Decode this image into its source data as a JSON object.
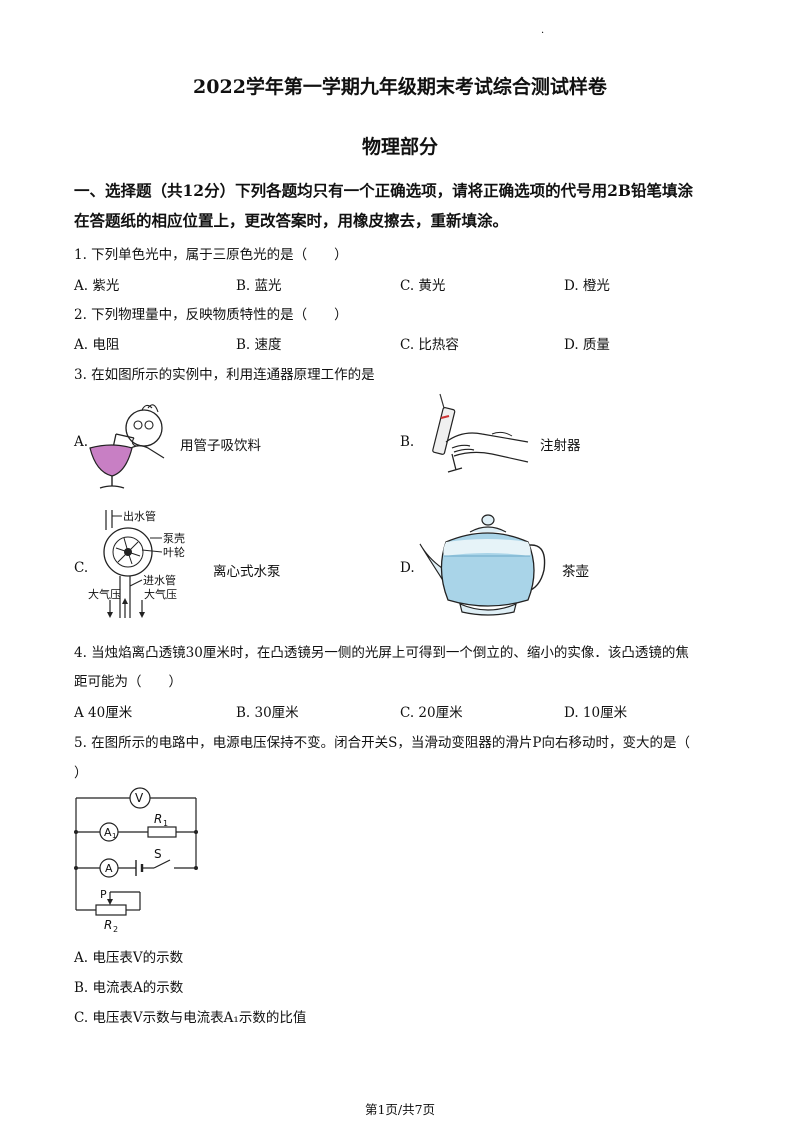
{
  "header": {
    "dot": "·",
    "title": "2022学年第一学期九年级期末考试综合测试样卷",
    "subtitle": "物理部分"
  },
  "section1": {
    "line1": "一、选择题（共12分）下列各题均只有一个正确选项，请将正确选项的代号用2B铅笔填涂",
    "line2": "在答题纸的相应位置上，更改答案时，用橡皮擦去，重新填涂。"
  },
  "questions": {
    "q1": {
      "text": "1. 下列单色光中，属于三原色光的是（　　）",
      "options": [
        "A. 紫光",
        "B. 蓝光",
        "C. 黄光",
        "D. 橙光"
      ]
    },
    "q2": {
      "text": "2. 下列物理量中，反映物质特性的是（　　）",
      "options": [
        "A. 电阻",
        "B. 速度",
        "C. 比热容",
        "D. 质量"
      ]
    },
    "q3": {
      "text": "3. 在如图所示的实例中，利用连通器原理工作的是",
      "options": [
        {
          "letter": "A.",
          "caption": "用管子吸饮料"
        },
        {
          "letter": "B.",
          "caption": "注射器"
        },
        {
          "letter": "C.",
          "caption": "离心式水泵"
        },
        {
          "letter": "D.",
          "caption": "茶壶"
        }
      ],
      "pump_labels": {
        "outlet": "出水管",
        "shell": "泵壳",
        "impeller": "叶轮",
        "inlet": "进水管",
        "atm1": "大气压",
        "atm2": "大气压"
      }
    },
    "q4": {
      "line1": "4. 当烛焰离凸透镜30厘米时，在凸透镜另一侧的光屏上可得到一个倒立的、缩小的实像．该凸透镜的焦",
      "line2": "距可能为（　　）",
      "options": [
        "A  40厘米",
        "B. 30厘米",
        "C. 20厘米",
        "D. 10厘米"
      ]
    },
    "q5": {
      "line1": "5. 在图所示的电路中，电源电压保持不变。闭合开关S，当滑动变阻器的滑片P向右移动时，变大的是（",
      "line2": "）",
      "circuit_labels": {
        "v": "V",
        "a1": "A",
        "a1_sub": "1",
        "r1": "R",
        "r1_sub": "1",
        "a": "A",
        "s": "S",
        "p": "P",
        "r2": "R",
        "r2_sub": "2"
      },
      "options": [
        "A. 电压表V的示数",
        "B. 电流表A的示数",
        "C. 电压表V示数与电流表A₁示数的比值"
      ]
    }
  },
  "footer": {
    "page": "第1页/共7页"
  }
}
